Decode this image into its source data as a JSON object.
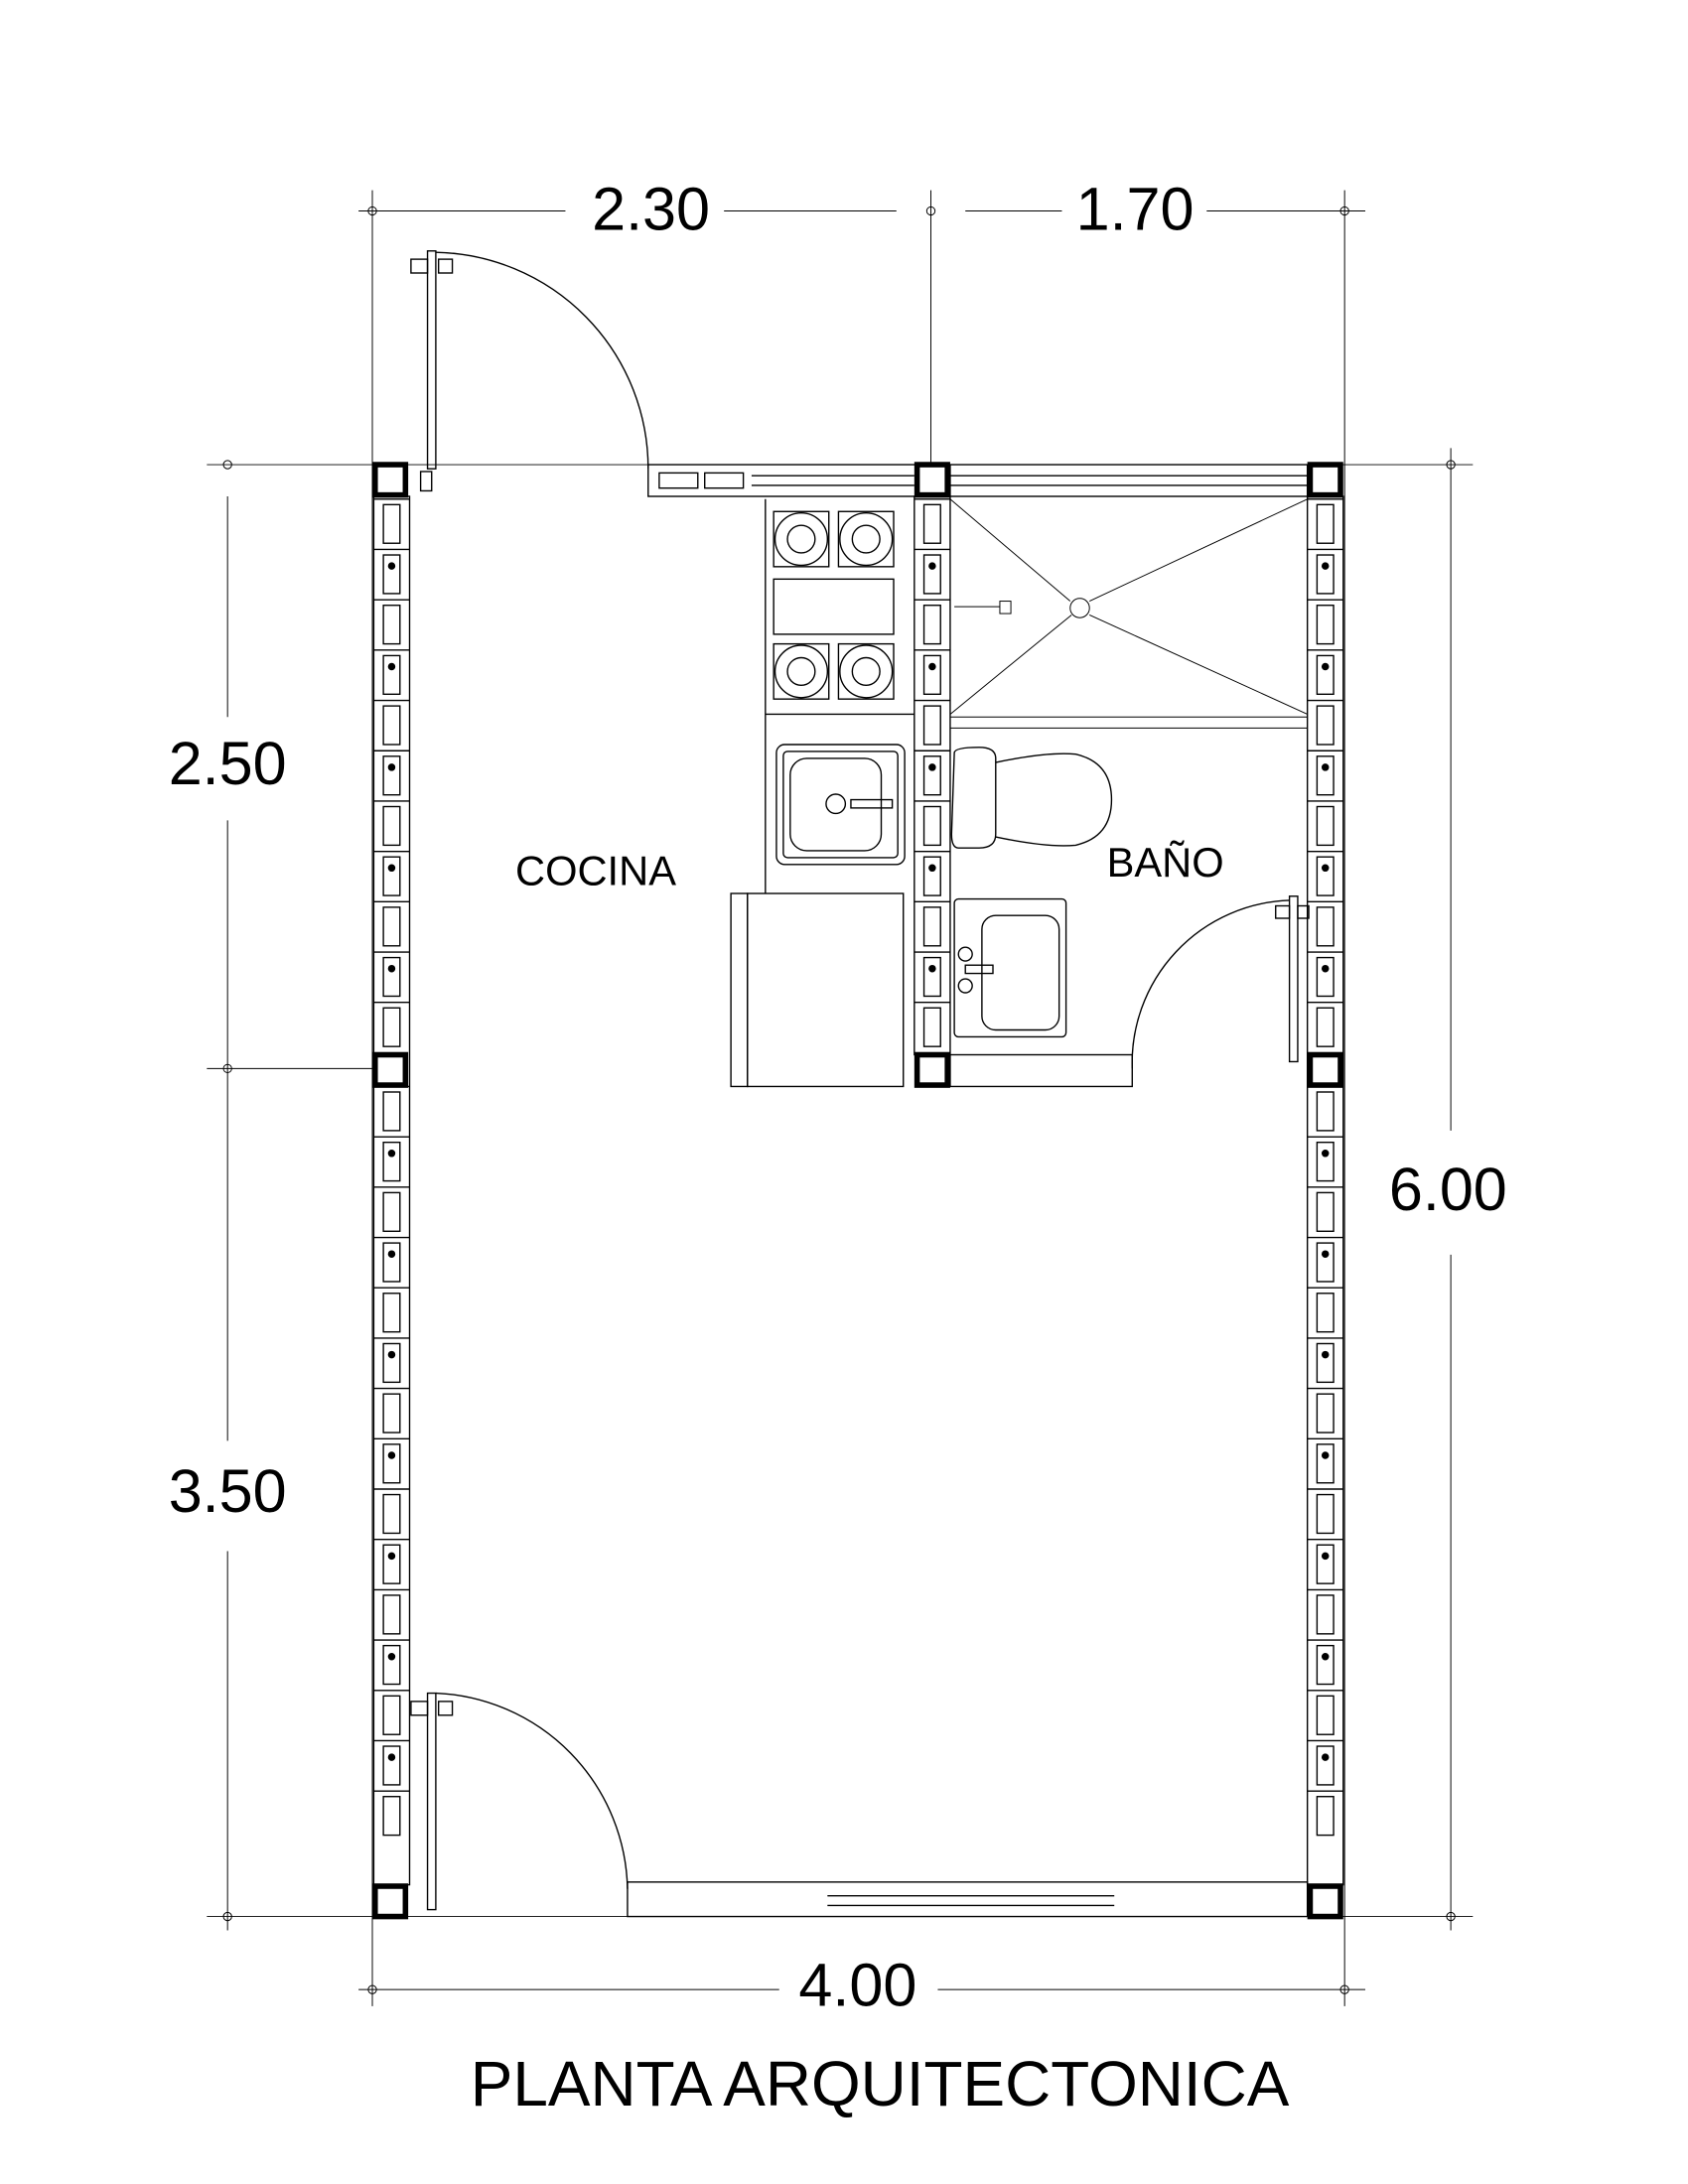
{
  "drawing": {
    "title": "PLANTA ARQUITECTONICA",
    "rooms": {
      "kitchen": "COCINA",
      "bathroom": "BAÑO"
    },
    "dimensions": {
      "top_left": "2.30",
      "top_right": "1.70",
      "left_top": "2.50",
      "left_bottom": "3.50",
      "right_total": "6.00",
      "bottom_total": "4.00"
    }
  }
}
